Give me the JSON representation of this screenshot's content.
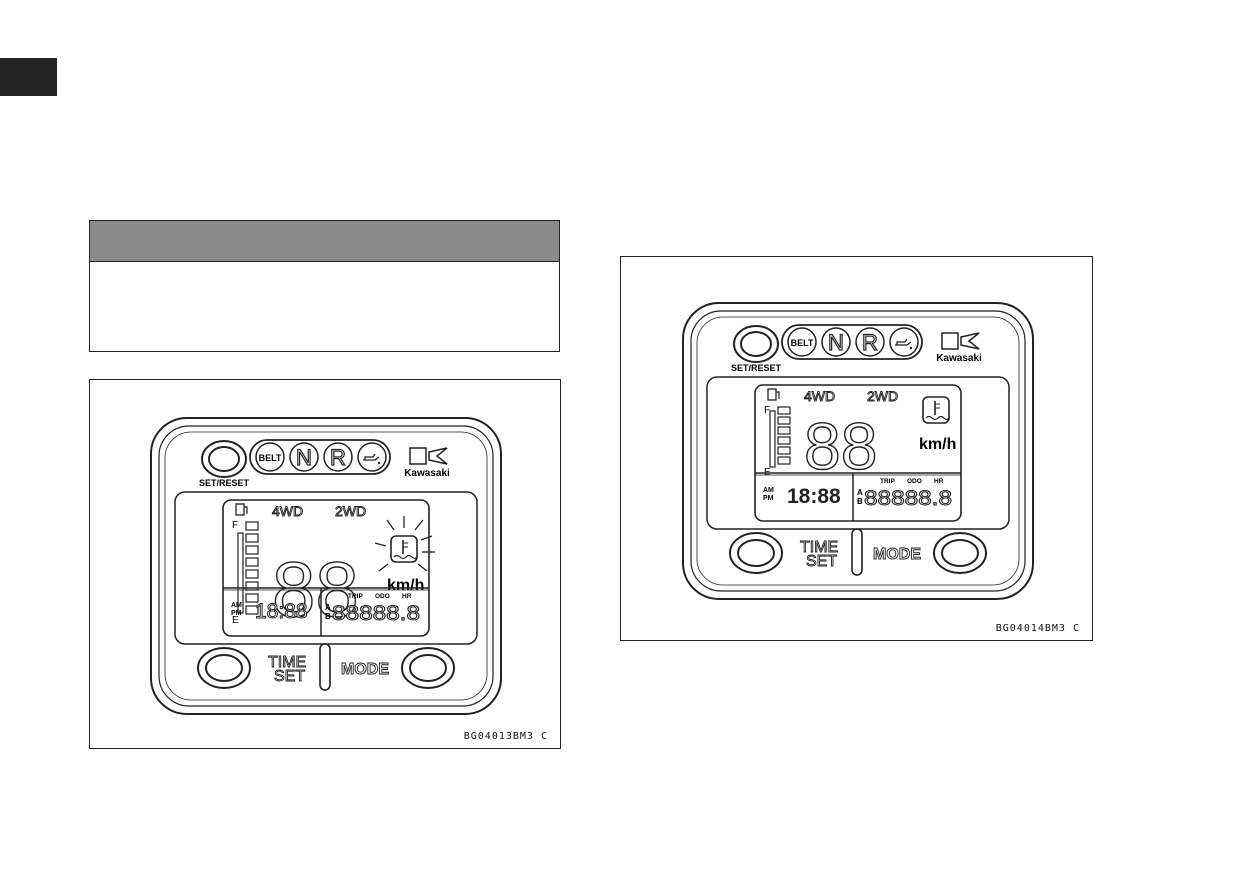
{
  "figures": [
    {
      "caption": "BG04013BM3  C",
      "labels": {
        "set_reset": "SET/RESET",
        "belt": "BELT",
        "neutral": "N",
        "reverse": "R",
        "brand": "Kawasaki",
        "four_wd": "4WD",
        "two_wd": "2WD",
        "fuel_full": "F",
        "fuel_empty": "E",
        "speed_digits": "88",
        "speed_unit": "km/h",
        "am": "AM",
        "pm": "PM",
        "clock": "18:88",
        "trip": "TRIP",
        "odo": "ODO",
        "hr": "HR",
        "trip_a": "A",
        "trip_b": "B",
        "odometer": "88888.8",
        "time": "TIME",
        "set": "SET",
        "mode": "MODE"
      },
      "coolant_warning_flashing": true
    },
    {
      "caption": "BG04014BM3  C",
      "labels": {
        "set_reset": "SET/RESET",
        "belt": "BELT",
        "neutral": "N",
        "reverse": "R",
        "brand": "Kawasaki",
        "four_wd": "4WD",
        "two_wd": "2WD",
        "fuel_full": "F",
        "fuel_empty": "E",
        "speed_digits": "88",
        "speed_unit": "km/h",
        "am": "AM",
        "pm": "PM",
        "clock": "18:88",
        "trip": "TRIP",
        "odo": "ODO",
        "hr": "HR",
        "trip_a": "A",
        "trip_b": "B",
        "odometer": "88888.8",
        "time": "TIME",
        "set": "SET",
        "mode": "MODE"
      },
      "coolant_warning_flashing": false
    }
  ]
}
